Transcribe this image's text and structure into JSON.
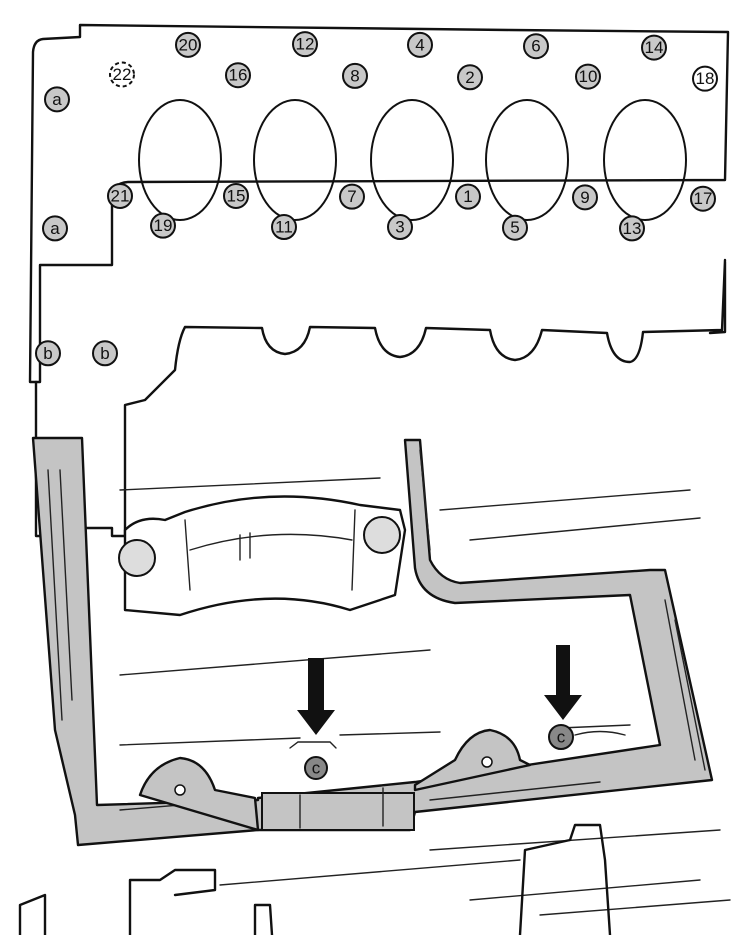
{
  "top_diagram": {
    "title": "Cylinder head bolt tightening sequence",
    "bolts_upper": [
      "20",
      "12",
      "4",
      "6",
      "14"
    ],
    "bolts_middle": [
      "22",
      "16",
      "8",
      "2",
      "10",
      "18"
    ],
    "bolts_lower": [
      "21",
      "15",
      "7",
      "1",
      "9",
      "17"
    ],
    "bolts_bottom": [
      "19",
      "11",
      "3",
      "5",
      "13"
    ],
    "markers_a": [
      "a",
      "a"
    ],
    "markers_b": [
      "b",
      "b"
    ]
  },
  "bottom_diagram": {
    "markers_c": [
      "c",
      "c"
    ]
  }
}
